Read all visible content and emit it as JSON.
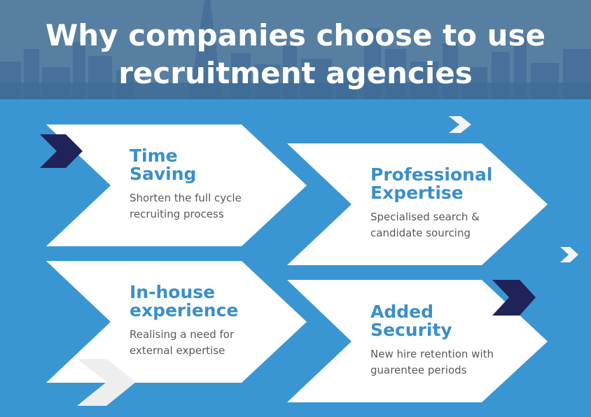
{
  "title": {
    "line1": "Why companies choose to use",
    "line2": "recruitment agencies"
  },
  "cards": [
    {
      "title_line1": "Time",
      "title_line2": "Saving",
      "desc_line1": "Shorten the full cycle",
      "desc_line2": "recruiting process"
    },
    {
      "title_line1": "Professional",
      "title_line2": "Expertise",
      "desc_line1": "Specialised search &",
      "desc_line2": "candidate sourcing"
    },
    {
      "title_line1": "In-house",
      "title_line2": "experience",
      "desc_line1": "Realising a need for",
      "desc_line2": "external expertise"
    },
    {
      "title_line1": "Added",
      "title_line2": "Security",
      "desc_line1": "New hire retention with",
      "desc_line2": "guarentee periods"
    }
  ],
  "colors": {
    "background": "#3a96d2",
    "card": "#ffffff",
    "title_accent": "#3a8fca",
    "chevron_navy": "#1f2358",
    "chevron_light": "#eeeeee"
  }
}
